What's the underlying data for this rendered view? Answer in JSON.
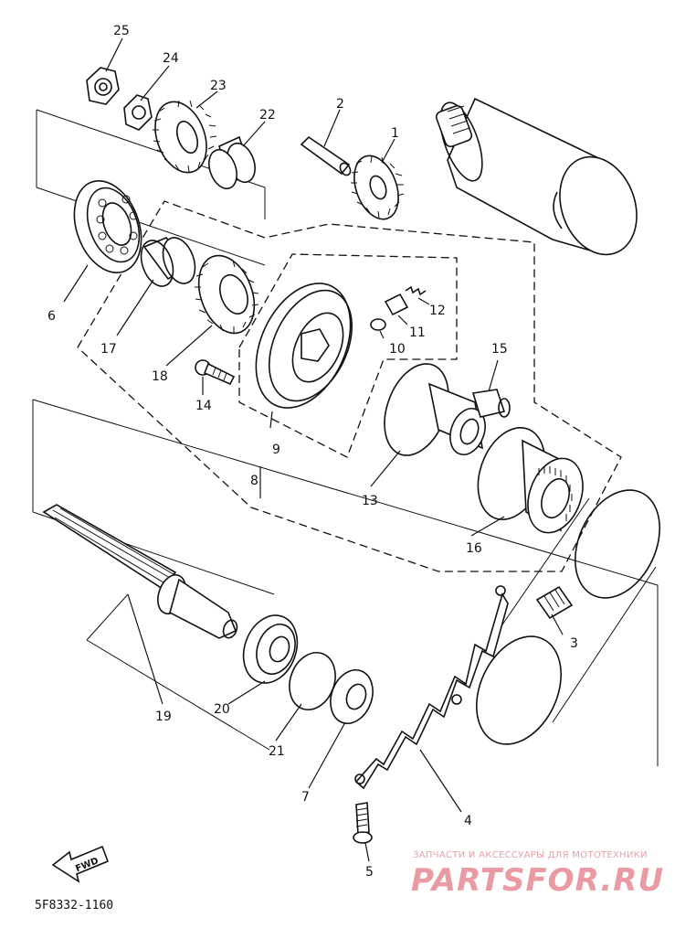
{
  "diagram": {
    "part_labels": {
      "p1": "1",
      "p2": "2",
      "p3": "3",
      "p4": "4",
      "p5": "5",
      "p6": "6",
      "p7": "7",
      "p8": "8",
      "p9": "9",
      "p10": "10",
      "p11": "11",
      "p12": "12",
      "p13": "13",
      "p14": "14",
      "p15": "15",
      "p16": "16",
      "p17": "17",
      "p18": "18",
      "p19": "19",
      "p20": "20",
      "p21": "21",
      "p22": "22",
      "p23": "23",
      "p24": "24",
      "p25": "25"
    },
    "fwd_label": "FWD",
    "drawing_code": "5F8332-1160"
  },
  "watermark": {
    "subtitle": "ЗАПЧАСТИ И АКСЕССУАРЫ ДЛЯ МОТОТЕХНИКИ",
    "brand": "PARTSFOR.RU"
  }
}
